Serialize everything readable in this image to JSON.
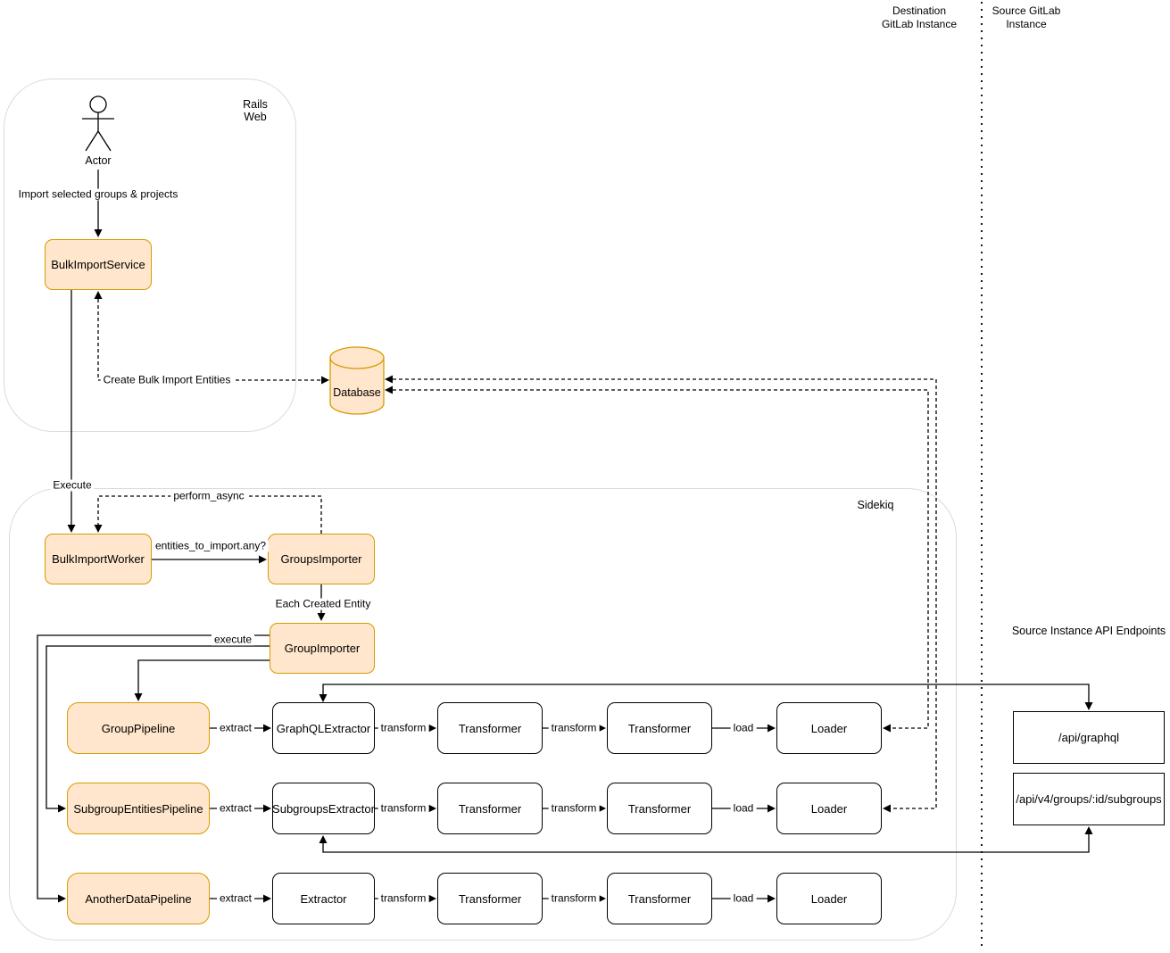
{
  "diagram": {
    "lanes": {
      "destination": "Destination GitLab Instance",
      "source": "Source GitLab Instance"
    },
    "containers": {
      "rails_web": "Rails Web",
      "sidekiq": "Sidekiq"
    },
    "actor": {
      "label": "Actor"
    },
    "nodes": {
      "bulk_import_service": "BulkImportService",
      "database": "Database",
      "bulk_import_worker": "BulkImportWorker",
      "groups_importer": "GroupsImporter",
      "group_importer": "GroupImporter",
      "group_pipeline": "GroupPipeline",
      "subgroup_entities_pipeline": "SubgroupEntitiesPipeline",
      "another_data_pipeline": "AnotherDataPipeline",
      "graphql_extractor": "GraphQLExtractor",
      "subgroups_extractor": "SubgroupsExtractor",
      "extractor": "Extractor",
      "transformer": "Transformer",
      "loader": "Loader"
    },
    "endpoints": {
      "title": "Source Instance API Endpoints",
      "graphql": "/api/graphql",
      "subgroups": "/api/v4/groups/:id/subgroups"
    },
    "edge_labels": {
      "import_selected": "Import selected groups & projects",
      "create_entities": "Create Bulk Import Entities",
      "execute_worker": "Execute",
      "perform_async": "perform_async",
      "entities_any": "entities_to_import.any?",
      "each_created_entity": "Each Created Entity",
      "execute_pipelines": "execute",
      "extract": "extract",
      "transform": "transform",
      "load": "load"
    },
    "colors": {
      "highlight_fill": "#FFE6CC",
      "highlight_stroke": "#D79B00",
      "line": "#000000",
      "container_stroke": "#DBDBDB"
    }
  }
}
